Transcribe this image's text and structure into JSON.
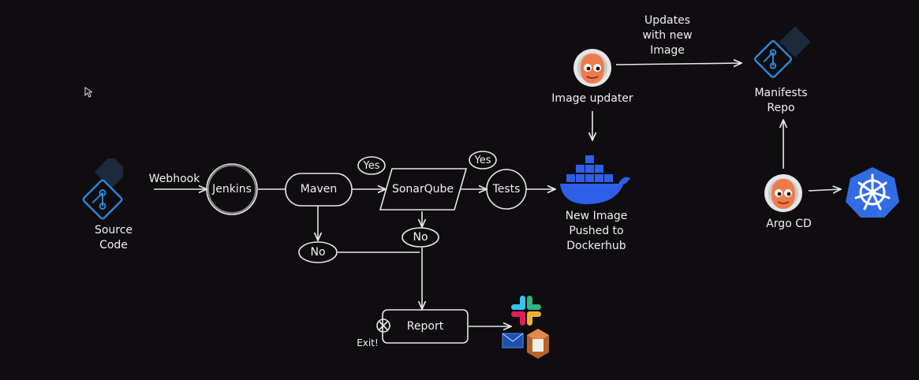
{
  "diagram": {
    "source_label": "Source\nCode",
    "webhook_label": "Webhook",
    "jenkins_label": "Jenkins",
    "maven_label": "Maven",
    "sonarqube_label": "SonarQube",
    "tests_label": "Tests",
    "yes_label_1": "Yes",
    "yes_label_2": "Yes",
    "no_label_1": "No",
    "no_label_2": "No",
    "report_label": "Report",
    "exit_label": "Exit!",
    "new_image_label": "New Image\nPushed to\nDockerhub",
    "image_updater_label": "Image updater",
    "updates_label": "Updates\nwith new\nImage",
    "manifests_label": "Manifests\nRepo",
    "argocd_label": "Argo CD"
  },
  "icons": {
    "git": "git-icon",
    "docker": "docker-whale-icon",
    "argo": "argo-mascot-icon",
    "kubernetes": "kubernetes-wheel-icon",
    "slack": "slack-icon",
    "mail": "mail-icon",
    "notification": "notification-icon",
    "cursor": "mouse-cursor-icon"
  },
  "colors": {
    "background": "#0f0d10",
    "line": "#e8e8e8",
    "git_blue": "#1f6fb8",
    "docker_blue": "#2f5fe6",
    "k8s_blue": "#326ce5",
    "argo_orange": "#ef7b4d"
  }
}
